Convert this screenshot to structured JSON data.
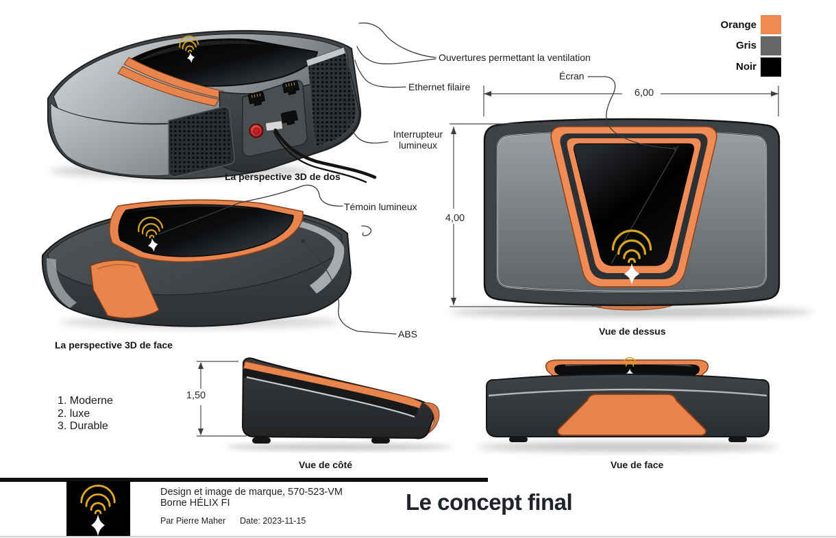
{
  "legend": {
    "items": [
      {
        "label": "Orange",
        "color": "#F08A55"
      },
      {
        "label": "Gris",
        "color": "#676767"
      },
      {
        "label": "Noir",
        "color": "#000000"
      }
    ]
  },
  "annotations": {
    "ventilation": "Ouvertures permettant la ventilation",
    "ethernet": "Ethernet filaire",
    "switch_line1": "Interrupteur",
    "switch_line2": "lumineux",
    "indicator": "Témoin lumineux",
    "material": "ABS",
    "screen": "Écran"
  },
  "captions": {
    "back_3d": "La perspective 3D de dos",
    "front_3d": "La perspective 3D de face",
    "top": "Vue de dessus",
    "side": "Vue de côté",
    "front": "Vue de face"
  },
  "dimensions": {
    "width": "6,00",
    "depth": "4,00",
    "height": "1,50"
  },
  "features": [
    "1. Moderne",
    "2. luxe",
    "3. Durable"
  ],
  "footer": {
    "project": "Design et image de marque, 570-523-VM",
    "product": "Borne HÉLIX FI",
    "author": "Par Pierre Maher",
    "date": "Date: 2023-11-15",
    "title": "Le concept final"
  },
  "colors": {
    "accent_orange": "#E98A52",
    "body_gray": "#3F4245",
    "light_gray": "#B9BCBE",
    "screen_black": "#0B0C0E",
    "logo_gold": "#D9A41E"
  }
}
